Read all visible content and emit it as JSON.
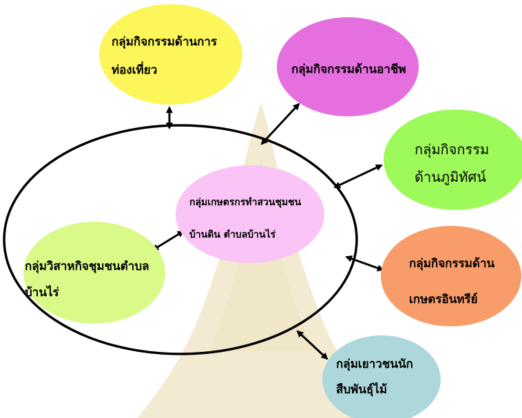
{
  "colors": {
    "watermark": "#f3ead2",
    "arrow": "#000000",
    "outer_ring": "#000000"
  },
  "nodes": [
    {
      "id": "tourism",
      "lines": [
        "กลุ่มกิจกรรมด้านการ",
        "ท่องเที่ยว"
      ],
      "fill": "#fcf65a"
    },
    {
      "id": "occupation",
      "lines": [
        "กลุ่มกิจกรรมด้านอาชีพ"
      ],
      "fill": "#e66fe0"
    },
    {
      "id": "landscape",
      "lines": [
        "กลุ่มกิจกรรม",
        "ด้านภูมิทัศน์"
      ],
      "fill": "#9ef95b"
    },
    {
      "id": "organic",
      "lines": [
        "กลุ่มกิจกรรมด้าน",
        "เกษตรอินทรีย์"
      ],
      "fill": "#f89c69"
    },
    {
      "id": "youth",
      "lines": [
        "กลุ่มเยาวชนนัก",
        "สืบพันธุ์ไม้"
      ],
      "fill": "#add8db"
    },
    {
      "id": "center",
      "lines": [
        "กลุ่มเกษตรกรทำสวนชุมชน",
        "บ้านดิน ตำบลบ้านไร่"
      ],
      "fill": "#fbc4f7"
    },
    {
      "id": "enterprise",
      "lines": [
        "กลุ่มวิสาหกิจชุมชนตำบล",
        "บ้านไร่"
      ],
      "fill": "#d9f989"
    }
  ]
}
